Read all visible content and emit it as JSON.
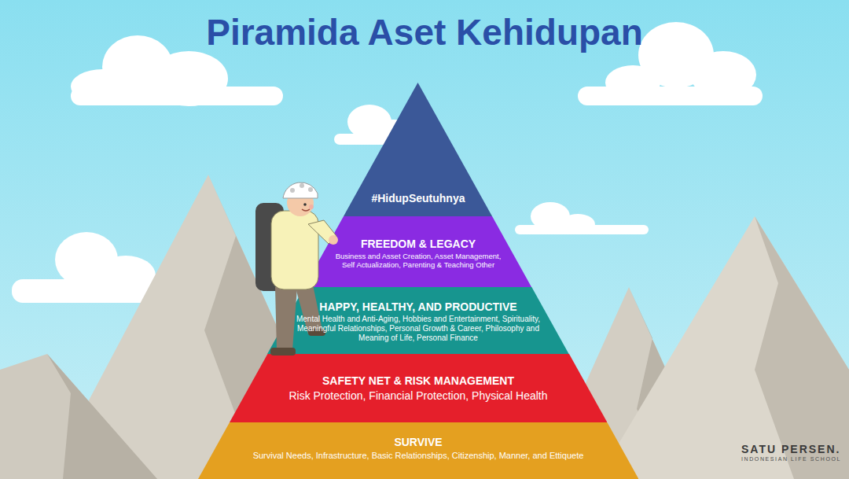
{
  "diagram": {
    "title": "Piramida Aset Kehidupan",
    "nodes": [
      {
        "text": [
          "#HidupSeutuhnya"
        ]
      },
      {
        "text": [
          "FREEDOM & LEGACY",
          "Business and Asset Creation, Asset Management, Self Actualization, Parenting & Teaching Other"
        ]
      },
      {
        "text": [
          "HAPPY, HEALTHY, AND PRODUCTIVE",
          "Mental Health and Anti-Aging, Hobbies and Entertainment, Spirituality, Meaningful Relationships, Personal Growth & Career, Philosophy and Meaning of Life, Personal Finance"
        ]
      },
      {
        "text": [
          "SAFETY NET & RISK MANAGEMENT",
          "Risk Protection, Financial Protection, Physical Health"
        ]
      },
      {
        "text": [
          "SURVIVE",
          "Survival Needs, Infrastructure, Basic Relationships, Citizenship, Manner, and Ettiquete"
        ]
      }
    ],
    "labels": [
      "SATU PERSEN.",
      "INDONESIAN LIFE SCHOOL"
    ]
  }
}
